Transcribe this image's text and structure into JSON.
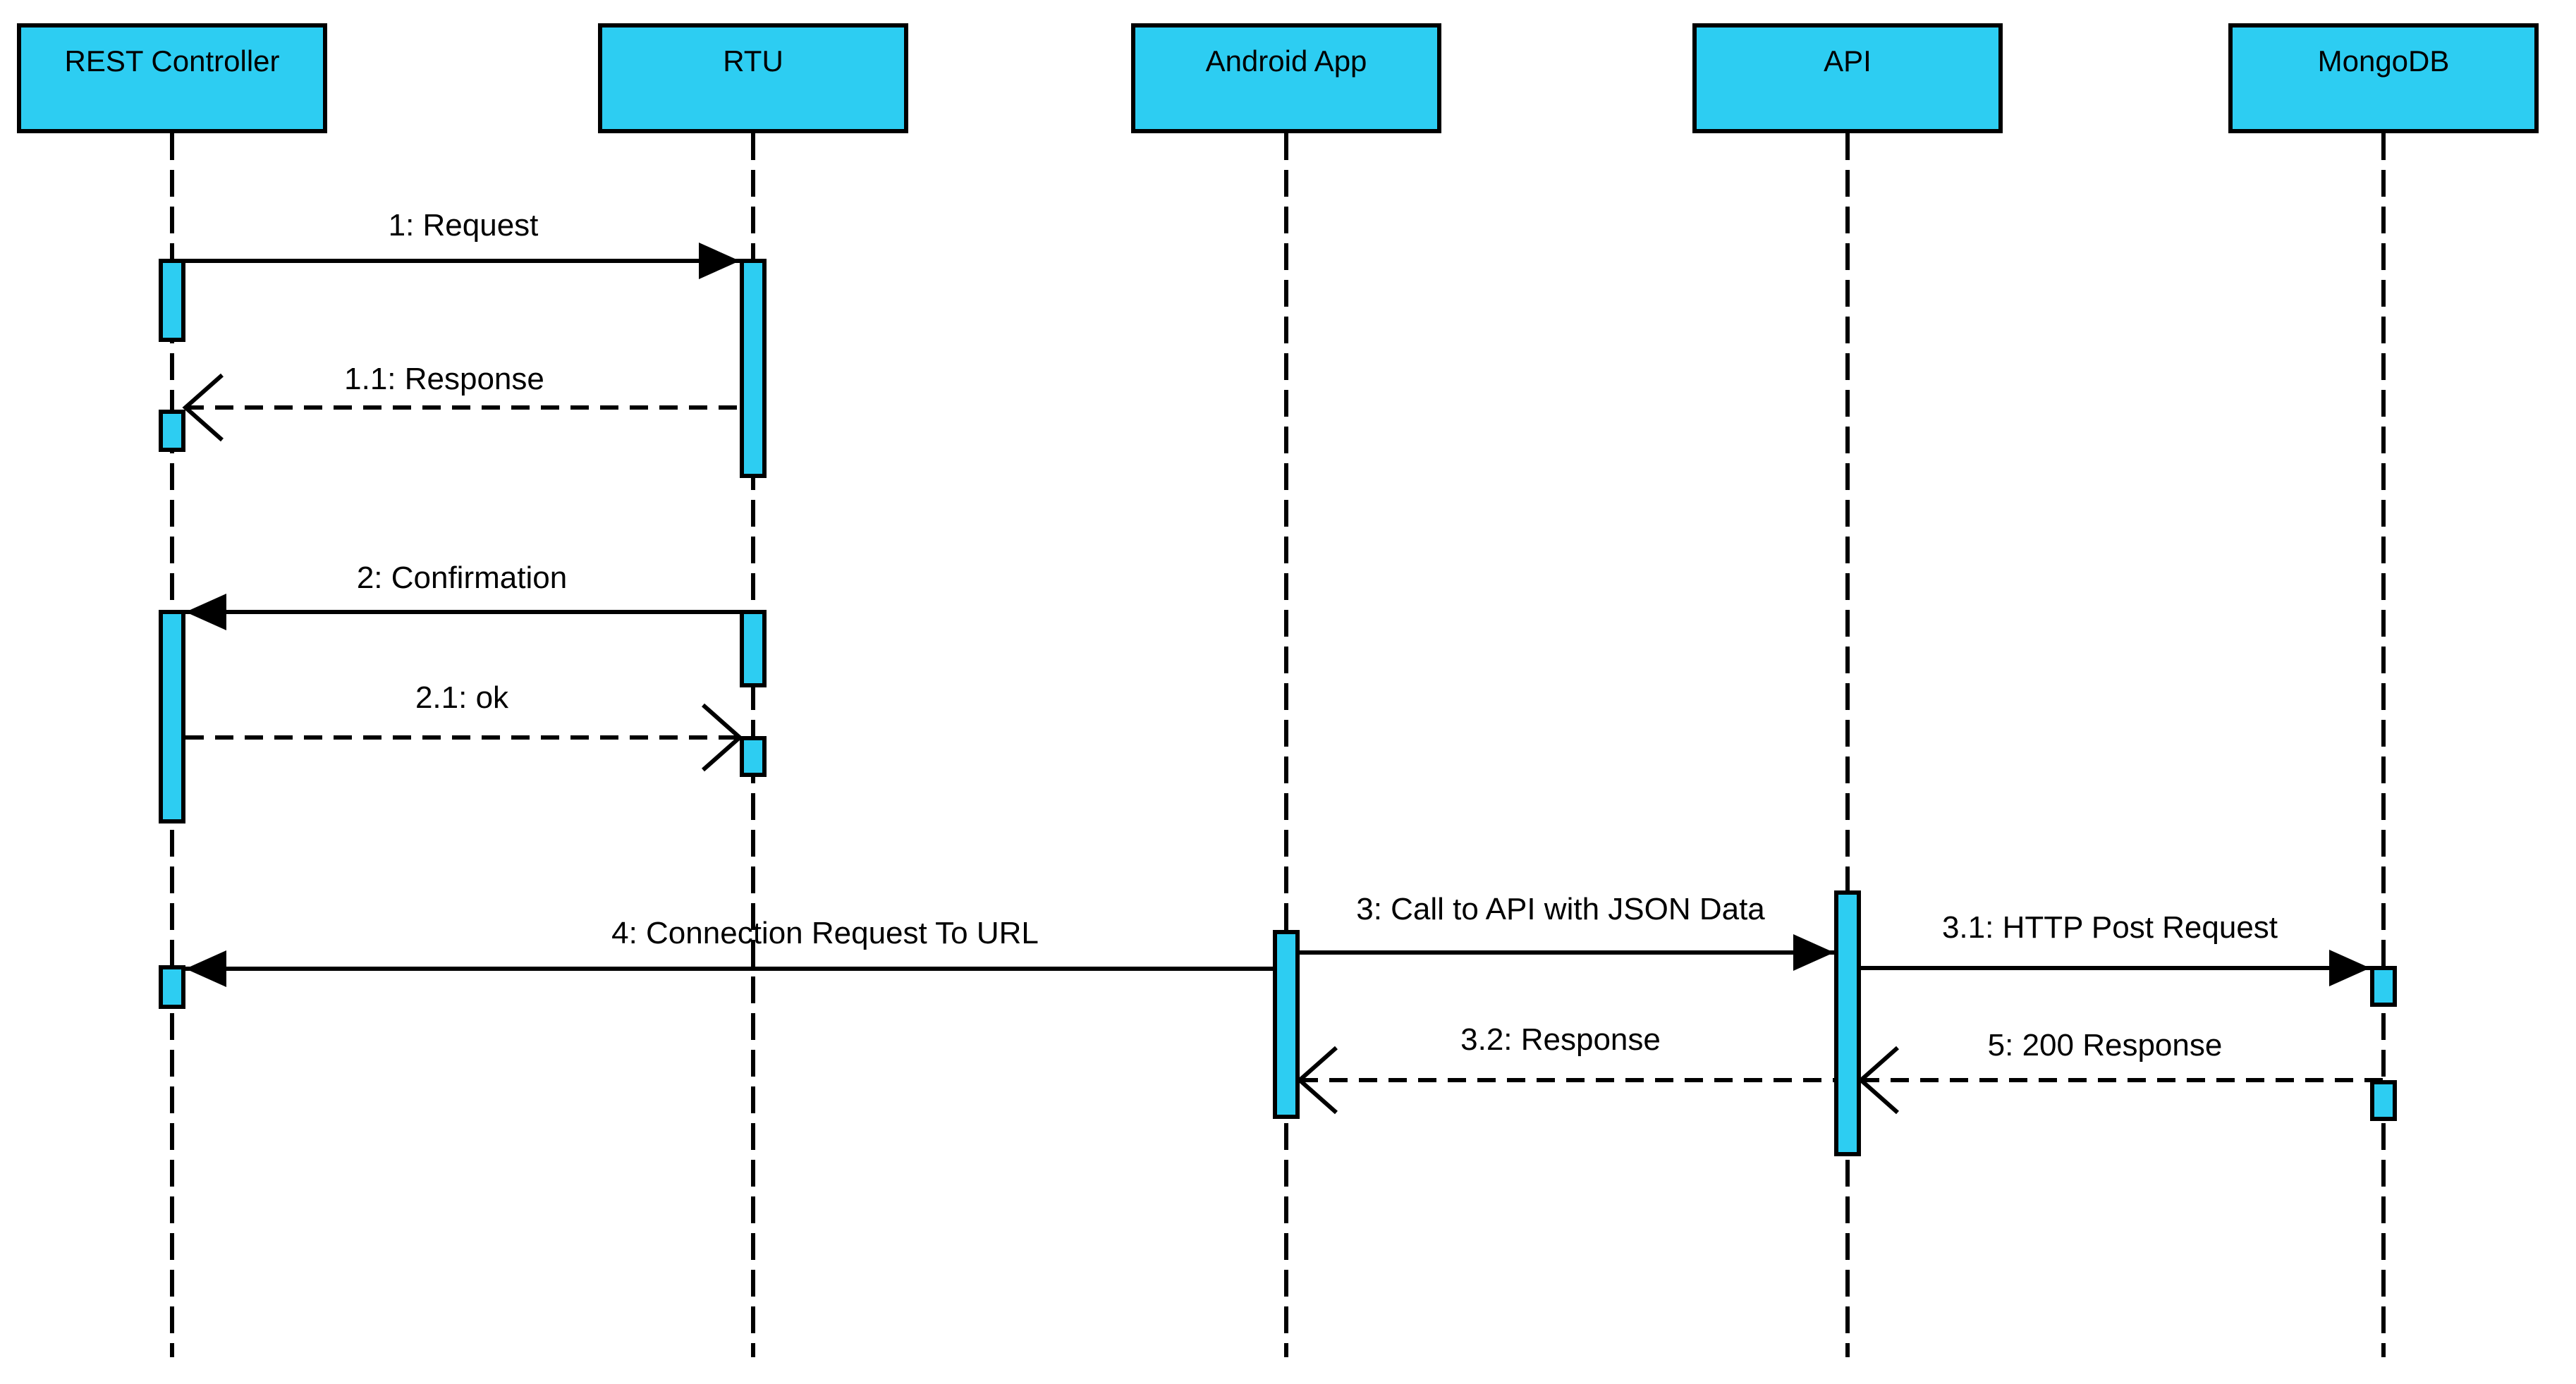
{
  "diagram": {
    "kind": "uml-sequence-diagram",
    "background_color": "#ffffff",
    "actor_fill_color": "#2DCDF2",
    "stroke_color": "#000000"
  },
  "actors": [
    {
      "name": "REST Controller"
    },
    {
      "name": "RTU"
    },
    {
      "name": "Android App"
    },
    {
      "name": "API"
    },
    {
      "name": "MongoDB"
    }
  ],
  "messages": [
    {
      "label": "1: Request",
      "from": "REST Controller",
      "to": "RTU",
      "line": "solid",
      "arrowhead": "filled"
    },
    {
      "label": "1.1: Response",
      "from": "RTU",
      "to": "REST Controller",
      "line": "dashed",
      "arrowhead": "open"
    },
    {
      "label": "2: Confirmation",
      "from": "RTU",
      "to": "REST Controller",
      "line": "solid",
      "arrowhead": "filled"
    },
    {
      "label": "2.1: ok",
      "from": "REST Controller",
      "to": "RTU",
      "line": "dashed",
      "arrowhead": "open"
    },
    {
      "label": "3: Call to API with JSON Data",
      "from": "Android App",
      "to": "API",
      "line": "solid",
      "arrowhead": "filled"
    },
    {
      "label": "4: Connection Request To URL",
      "from": "Android App",
      "to": "REST Controller",
      "line": "solid",
      "arrowhead": "filled"
    },
    {
      "label": "3.1: HTTP Post Request",
      "from": "API",
      "to": "MongoDB",
      "line": "solid",
      "arrowhead": "filled"
    },
    {
      "label": "3.2: Response",
      "from": "API",
      "to": "Android App",
      "line": "dashed",
      "arrowhead": "open"
    },
    {
      "label": "5: 200 Response",
      "from": "MongoDB",
      "to": "API",
      "line": "dashed",
      "arrowhead": "open"
    }
  ]
}
